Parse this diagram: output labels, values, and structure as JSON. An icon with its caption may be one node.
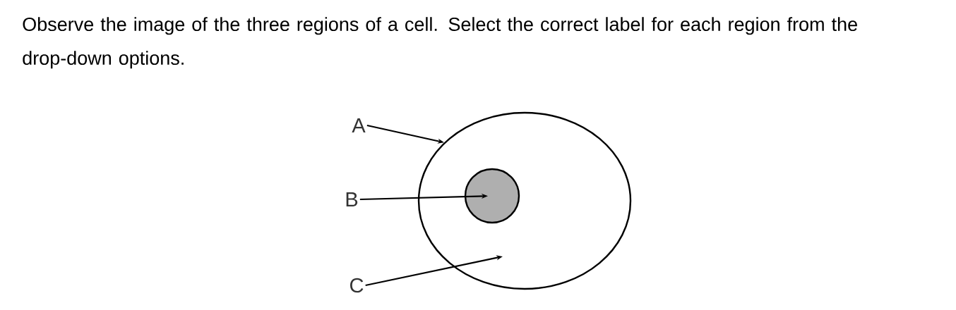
{
  "diagram": {
    "title": "Observe the image of the three regions of a cell. Select the correct label for each region from the drop-down options.",
    "nodes": [
      {
        "text": [
          "A"
        ]
      },
      {
        "text": [
          "B"
        ]
      },
      {
        "text": [
          "C"
        ]
      },
      {
        "text": [],
        "shape": "ellipse"
      },
      {
        "text": [],
        "shape": "circle",
        "in": 3
      }
    ],
    "edges": [
      {
        "from": 0,
        "to": 3,
        "arrow": "to"
      },
      {
        "from": 1,
        "to": 4,
        "arrow": "to"
      },
      {
        "from": 2,
        "to": null,
        "arrow": "to"
      }
    ]
  }
}
